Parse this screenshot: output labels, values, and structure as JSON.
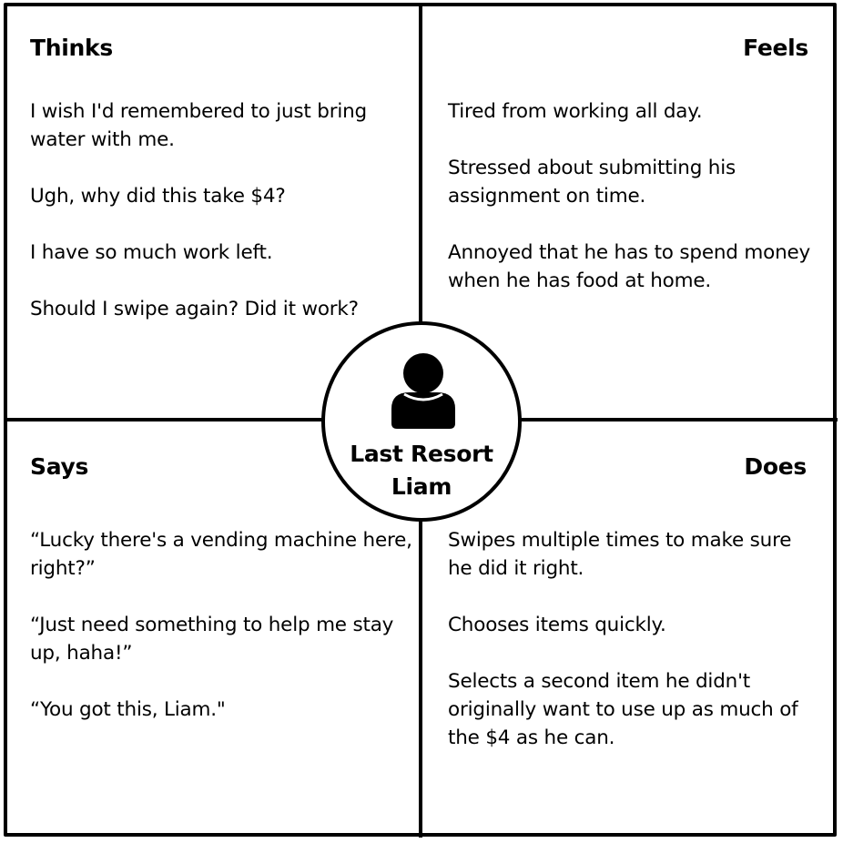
{
  "persona": {
    "name_line1": "Last Resort",
    "name_line2": "Liam",
    "icon": "user-icon"
  },
  "thinks": {
    "title": "Thinks",
    "items": [
      "I wish I'd remembered to just bring water with me.",
      "Ugh, why did this take $4?",
      "I have so much work left.",
      "Should I swipe again? Did it work?"
    ]
  },
  "feels": {
    "title": "Feels",
    "items": [
      "Tired from working all day.",
      "Stressed about submitting his assignment on time.",
      "Annoyed that he has to spend money when he has food at home."
    ]
  },
  "says": {
    "title": "Says",
    "items": [
      "“Lucky there's a vending machine here, right?”",
      "“Just need something to help me stay up, haha!”",
      "“You got this, Liam.\""
    ]
  },
  "does": {
    "title": "Does",
    "items": [
      "Swipes multiple times to make sure he did it right.",
      "Chooses items quickly.",
      "Selects a second item he didn't originally want to use up as much of the $4 as he can."
    ]
  }
}
